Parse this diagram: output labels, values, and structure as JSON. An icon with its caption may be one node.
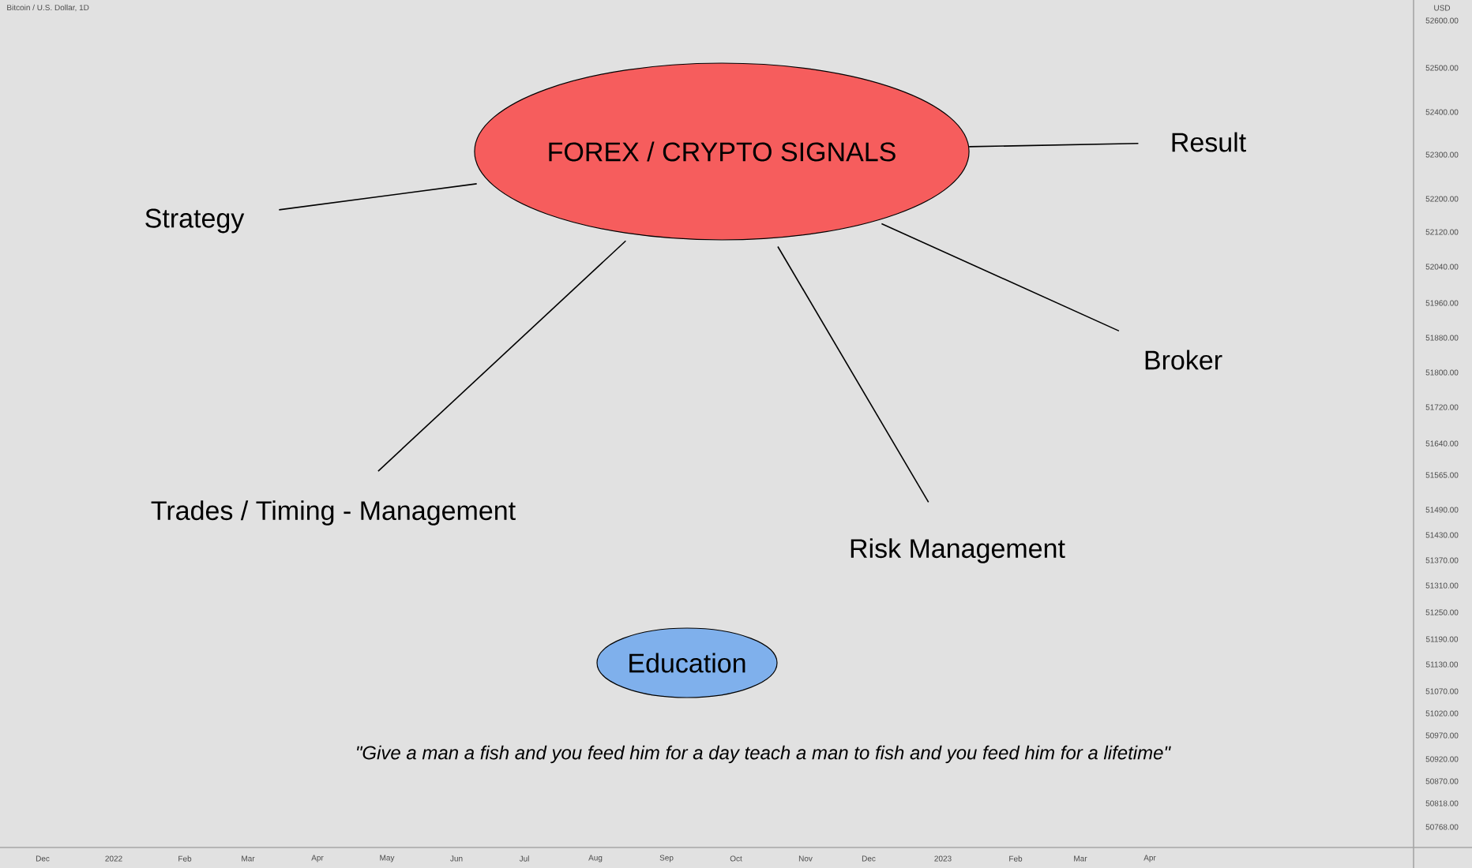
{
  "diagram": {
    "nodes": [
      {
        "text": [
          "FOREX / CRYPTO SIGNALS"
        ]
      },
      {
        "text": [
          "Result"
        ]
      },
      {
        "text": [
          "Strategy"
        ]
      },
      {
        "text": [
          "Trades / Timing - Management"
        ]
      },
      {
        "text": [
          "Risk Management"
        ]
      },
      {
        "text": [
          "Broker"
        ]
      },
      {
        "text": [
          "Education"
        ]
      }
    ],
    "edges": [
      {
        "from": 0,
        "to": 1,
        "arrow": "none"
      },
      {
        "from": 0,
        "to": 2,
        "arrow": "none"
      },
      {
        "from": 0,
        "to": 3,
        "arrow": "none"
      },
      {
        "from": 0,
        "to": 4,
        "arrow": "none"
      },
      {
        "from": 0,
        "to": 5,
        "arrow": "none"
      }
    ],
    "labels": [
      "Bitcoin / U.S. Dollar, 1D",
      "USD",
      "52600.00",
      "52500.00",
      "52400.00",
      "52300.00",
      "52200.00",
      "52120.00",
      "52040.00",
      "51960.00",
      "51880.00",
      "51800.00",
      "51720.00",
      "51640.00",
      "51565.00",
      "51490.00",
      "51430.00",
      "51370.00",
      "51310.00",
      "51250.00",
      "51190.00",
      "51130.00",
      "51070.00",
      "51020.00",
      "50970.00",
      "50920.00",
      "50870.00",
      "50818.00",
      "50768.00",
      "Dec",
      "2022",
      "Feb",
      "Mar",
      "Apr",
      "May",
      "Jun",
      "Jul",
      "Aug",
      "Sep",
      "Oct",
      "Nov",
      "Dec",
      "2023",
      "Feb",
      "Mar",
      "Apr",
      "\"Give a man a fish and you feed him for a day teach a man to fish and you feed him for a lifetime\""
    ]
  }
}
